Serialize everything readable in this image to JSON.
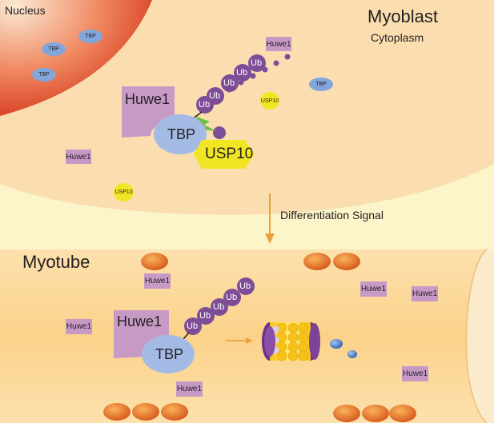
{
  "labels": {
    "nucleus": "Nucleus",
    "myoblast": "Myoblast",
    "cytoplasm": "Cytoplasm",
    "myotube": "Myotube",
    "signal": "Differentiation Signal"
  },
  "proteins": {
    "huwe1": "Huwe1",
    "tbp": "TBP",
    "usp10": "USP10",
    "ub": "Ub"
  },
  "colors": {
    "nucleus": "#e4532b",
    "myoblast_fill": "#fbdeb0",
    "myotube_fill": "#fbd58e",
    "huwe1": "#c79ac6",
    "tbp": "#a3bbe4",
    "usp10": "#f2e624",
    "ub": "#7d4e97",
    "arrow": "#e8a33c",
    "vesicle": "#e8731f"
  }
}
